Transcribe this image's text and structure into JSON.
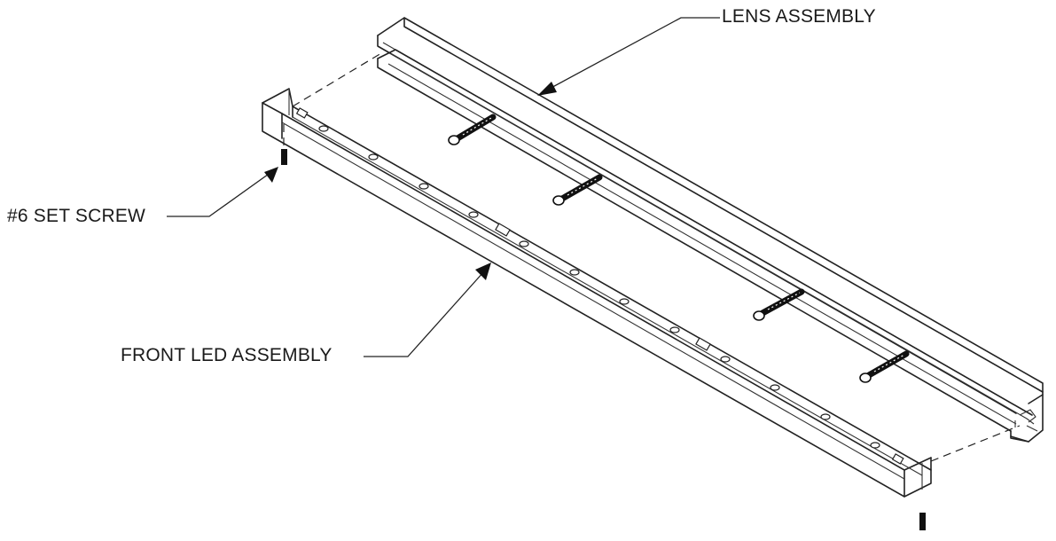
{
  "labels": {
    "lens_assembly": "LENS ASSEMBLY",
    "set_screw": "#6 SET SCREW",
    "front_led_assembly": "FRONT LED ASSEMBLY"
  },
  "colors": {
    "line": "#222222",
    "background": "#ffffff"
  }
}
